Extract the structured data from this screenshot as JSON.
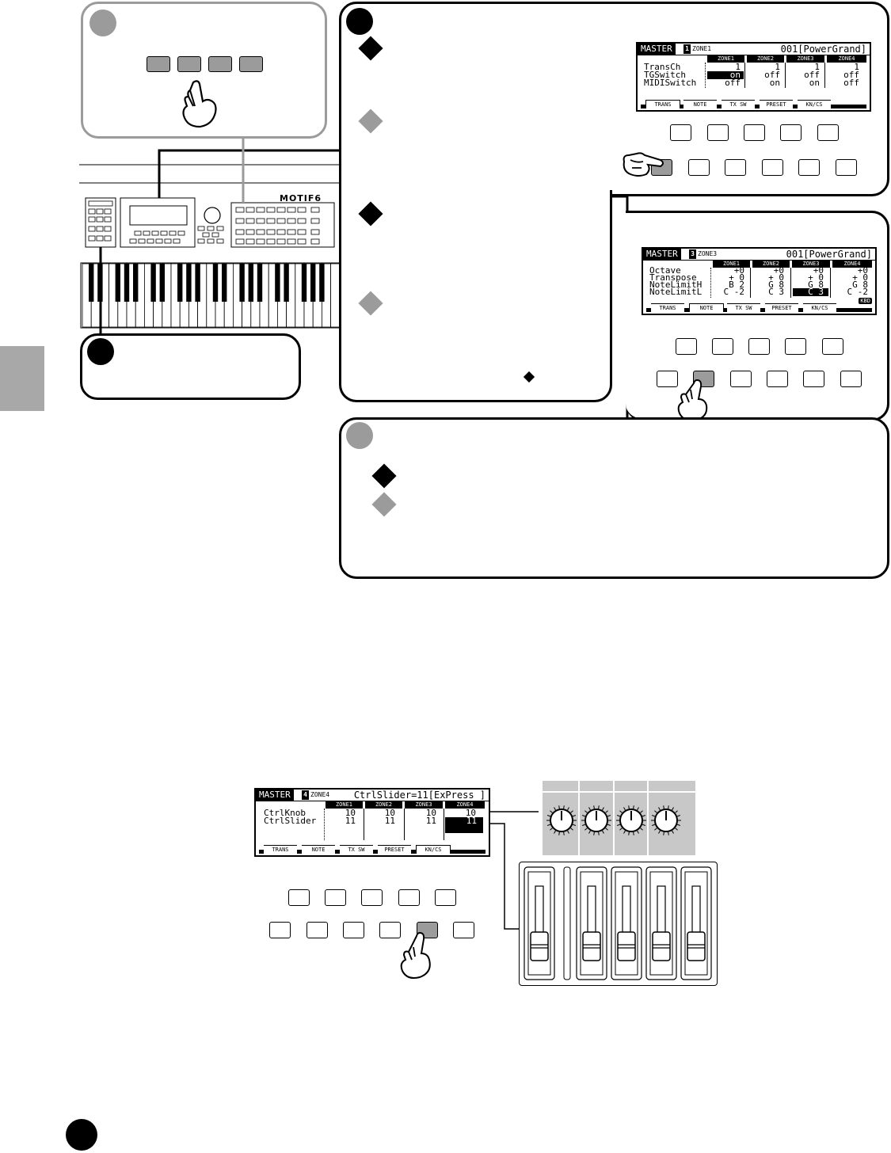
{
  "screen1": {
    "mode": "MASTER",
    "zone_num": "1",
    "zone_label": "ZONE1",
    "title": "001[PowerGrand]",
    "zones": [
      "ZONE1",
      "ZONE2",
      "ZONE3",
      "ZONE4"
    ],
    "rows": [
      {
        "label": "TransCh",
        "values": [
          "1",
          "1",
          "1",
          "1"
        ]
      },
      {
        "label": "TGSwitch",
        "values": [
          "on",
          "off",
          "off",
          "off"
        ]
      },
      {
        "label": "MIDISwitch",
        "values": [
          "off",
          "on",
          "on",
          "off"
        ]
      }
    ],
    "tabs": [
      "TRANS",
      "NOTE",
      "TX SW",
      "PRESET",
      "KN/CS"
    ],
    "active_tab": "TRANS"
  },
  "screen2": {
    "mode": "MASTER",
    "zone_num": "3",
    "zone_label": "ZONE3",
    "title": "001[PowerGrand]",
    "zones": [
      "ZONE1",
      "ZONE2",
      "ZONE3",
      "ZONE4"
    ],
    "rows": [
      {
        "label": "Octave",
        "values": [
          "+0",
          "+0",
          "+0",
          "+0"
        ]
      },
      {
        "label": "Transpose",
        "values": [
          "+ 0",
          "+ 0",
          "+ 0",
          "+ 0"
        ]
      },
      {
        "label": "NoteLimitH",
        "values": [
          "B 2",
          "G 8",
          "G 8",
          "G 8"
        ]
      },
      {
        "label": "NoteLimitL",
        "values": [
          "C -2",
          "C 3",
          "C 3",
          "C -2"
        ]
      }
    ],
    "tabs": [
      "TRANS",
      "NOTE",
      "TX SW",
      "PRESET",
      "KN/CS"
    ],
    "active_tab": "NOTE",
    "badge": "KBD"
  },
  "screen3": {
    "mode": "MASTER",
    "zone_num": "4",
    "zone_label": "ZONE4",
    "title": "CtrlSlider=11[ExPress ]",
    "zones": [
      "ZONE1",
      "ZONE2",
      "ZONE3",
      "ZONE4"
    ],
    "rows": [
      {
        "label": "CtrlKnob",
        "values": [
          "10",
          "10",
          "10",
          "10"
        ]
      },
      {
        "label": "CtrlSlider",
        "values": [
          "11",
          "11",
          "11",
          "11"
        ]
      }
    ],
    "tabs": [
      "TRANS",
      "NOTE",
      "TX SW",
      "PRESET",
      "KN/CS"
    ],
    "active_tab": "KN/CS"
  },
  "keyboard": {
    "logo": "MOTIF6"
  },
  "colors": {
    "black": "#000000",
    "gray": "#9b9b9b",
    "light_gray": "#c8c8c8",
    "side_tab": "#a8a8a8"
  }
}
